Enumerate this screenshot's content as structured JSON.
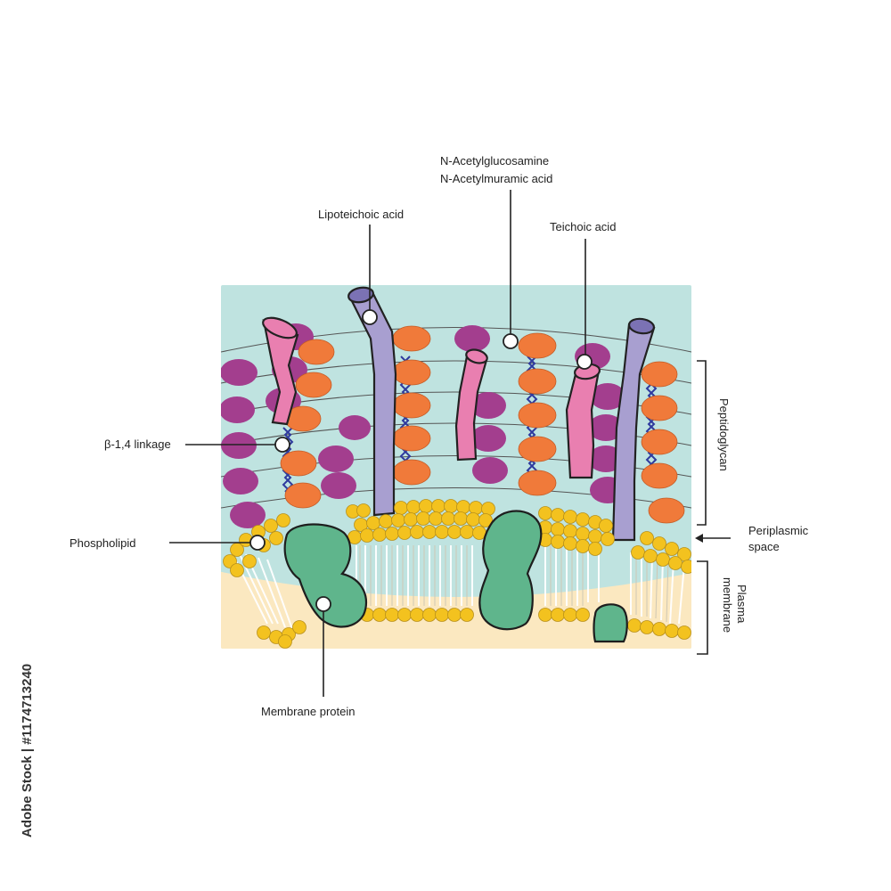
{
  "labels": {
    "nag": "N-Acetylglucosamine",
    "nam": "N-Acetylmuramic acid",
    "lipoteichoic": "Lipoteichoic acid",
    "teichoic": "Teichoic acid",
    "linkage": "β-1,4 linkage",
    "phospholipid": "Phospholipid",
    "membrane_protein": "Membrane protein",
    "peptidoglycan": "Peptidoglycan",
    "periplasmic_1": "Periplasmic",
    "periplasmic_2": "space",
    "plasma_1": "Plasma",
    "plasma_2": "membrane"
  },
  "stock_id": "Adobe Stock | #1174713240",
  "colors": {
    "background": "#bfe3e0",
    "cytoplasm": "#fbe8c0",
    "nam_sugar": "#f07a3a",
    "nag_sugar": "#a33e8e",
    "crosslink": "#2f3a9e",
    "teichoic": "#e97fb0",
    "lipoteichoic": "#a89fd0",
    "lipid_head": "#f3c21f",
    "protein": "#5fb58c"
  }
}
